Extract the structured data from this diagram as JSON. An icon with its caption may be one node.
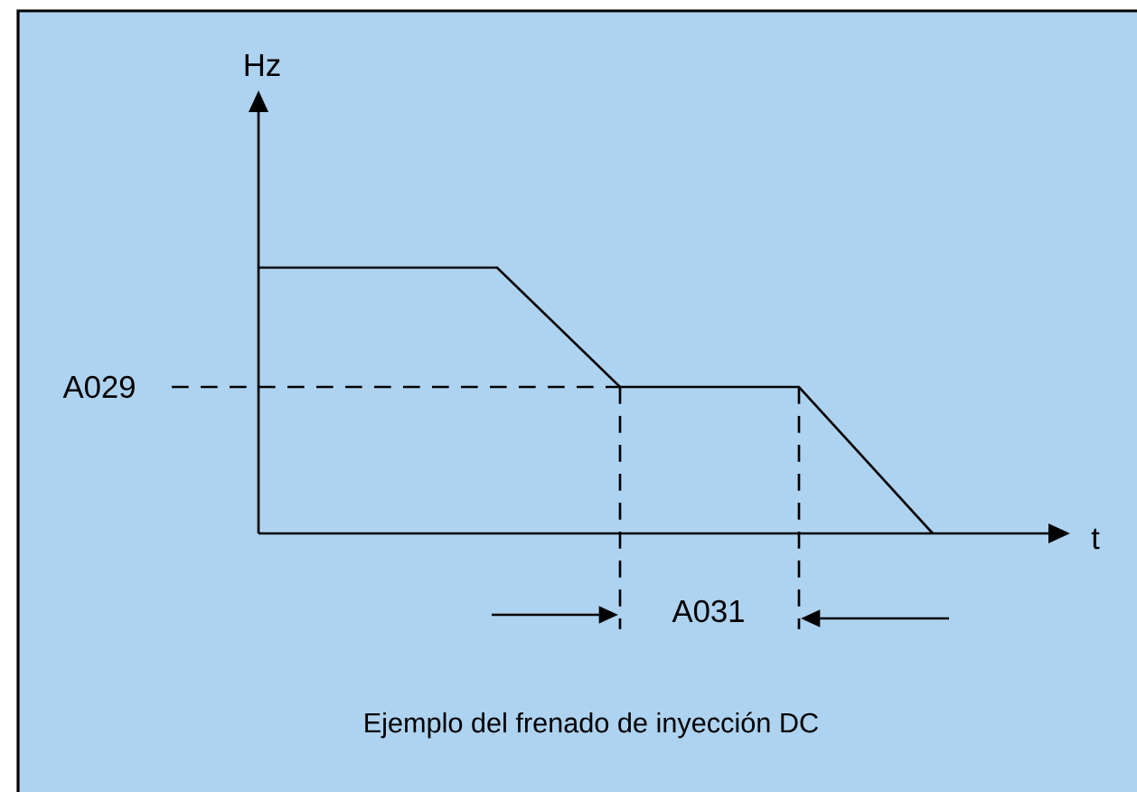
{
  "diagram": {
    "caption": "Ejemplo del frenado de inyección DC",
    "labels": [
      "Hz",
      "A029",
      "t",
      "A031"
    ]
  }
}
